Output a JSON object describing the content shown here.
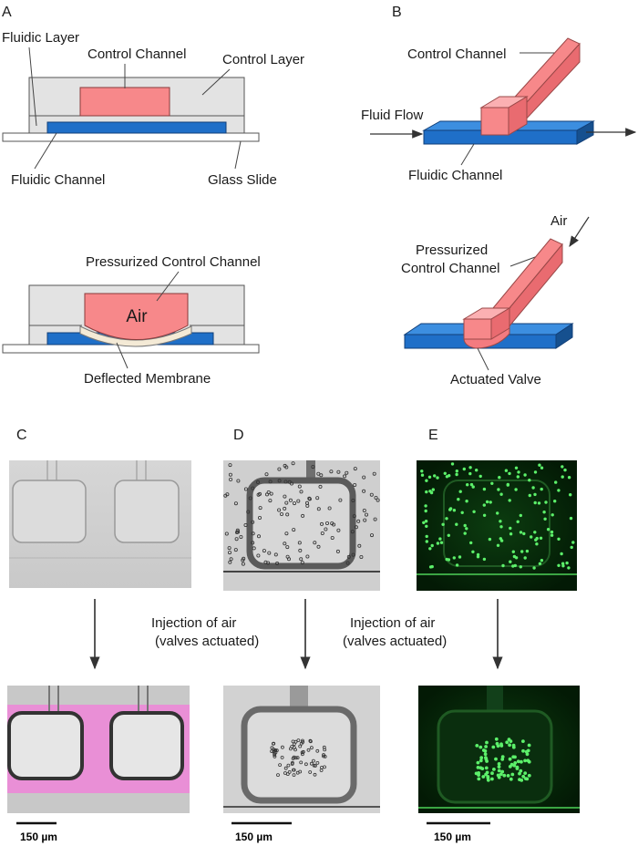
{
  "colors": {
    "control_pink": "#f7888a",
    "fluidic_blue": "#1f6fc8",
    "layer_gray": "#e3e3e3",
    "fluor_green": "#39d24a",
    "media_pink": "#e98fd6"
  },
  "panel_a": {
    "letter": "A",
    "fluidic_layer": "Fluidic Layer",
    "control_channel": "Control Channel",
    "control_layer": "Control Layer",
    "fluidic_channel": "Fluidic Channel",
    "glass_slide": "Glass Slide",
    "pressurized_control_channel": "Pressurized Control Channel",
    "air": "Air",
    "deflected_membrane": "Deflected Membrane"
  },
  "panel_b": {
    "letter": "B",
    "control_channel": "Control Channel",
    "fluid_flow": "Fluid Flow",
    "fluidic_channel": "Fluidic Channel",
    "air": "Air",
    "pressurized_line1": "Pressurized",
    "pressurized_line2": "Control Channel",
    "actuated_valve": "Actuated Valve"
  },
  "panel_c": {
    "letter": "C",
    "scale": "150 µm"
  },
  "panel_d": {
    "letter": "D",
    "scale": "150 µm"
  },
  "panel_e": {
    "letter": "E",
    "scale": "150 µm"
  },
  "injection": {
    "line1": "Injection of air",
    "line2": "(valves actuated)"
  }
}
